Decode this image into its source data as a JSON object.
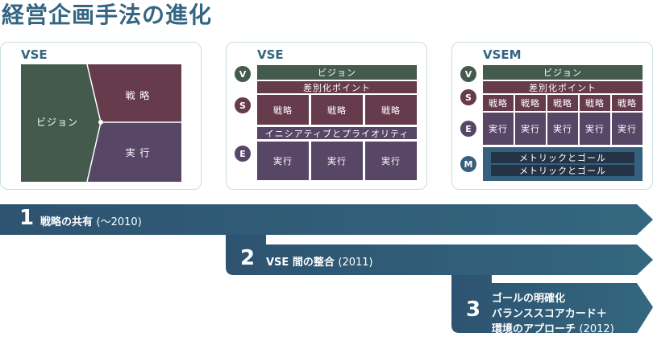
{
  "title": "経営企画手法の進化",
  "panels": [
    {
      "title": "VSE",
      "vision": "ビジョン",
      "strategy": "戦 略",
      "execution": "実 行"
    },
    {
      "title": "VSE",
      "circles": [
        "V",
        "S",
        "E"
      ],
      "vision": "ビジョン",
      "differentiation": "差別化ポイント",
      "strategies": [
        "戦略",
        "戦略",
        "戦略"
      ],
      "initiatives": "イニシアティブとプライオリティ",
      "executions": [
        "実行",
        "実行",
        "実行"
      ]
    },
    {
      "title": "VSEM",
      "circles": [
        "V",
        "S",
        "E",
        "M"
      ],
      "vision": "ビジョン",
      "differentiation": "差別化ポイント",
      "strategies": [
        "戦略",
        "戦略",
        "戦略",
        "戦略",
        "戦略"
      ],
      "executions": [
        "実行",
        "実行",
        "実行",
        "実行",
        "実行"
      ],
      "metrics": [
        "メトリックとゴール",
        "メトリックとゴール"
      ]
    }
  ],
  "stages": [
    {
      "num": "1",
      "label": "戦略の共有",
      "year": "(〜2010)"
    },
    {
      "num": "2",
      "label": "VSE 間の整合",
      "year": "(2011)"
    },
    {
      "num": "3",
      "lines": [
        "ゴールの明確化",
        "バランススコアカード＋",
        "環境のアプローチ"
      ],
      "year": "(2012)"
    }
  ],
  "colors": {
    "accent": "#346683",
    "vision": "#435a4d",
    "strategy": "#663b4b",
    "execution": "#574666",
    "metric": "#36607e"
  }
}
